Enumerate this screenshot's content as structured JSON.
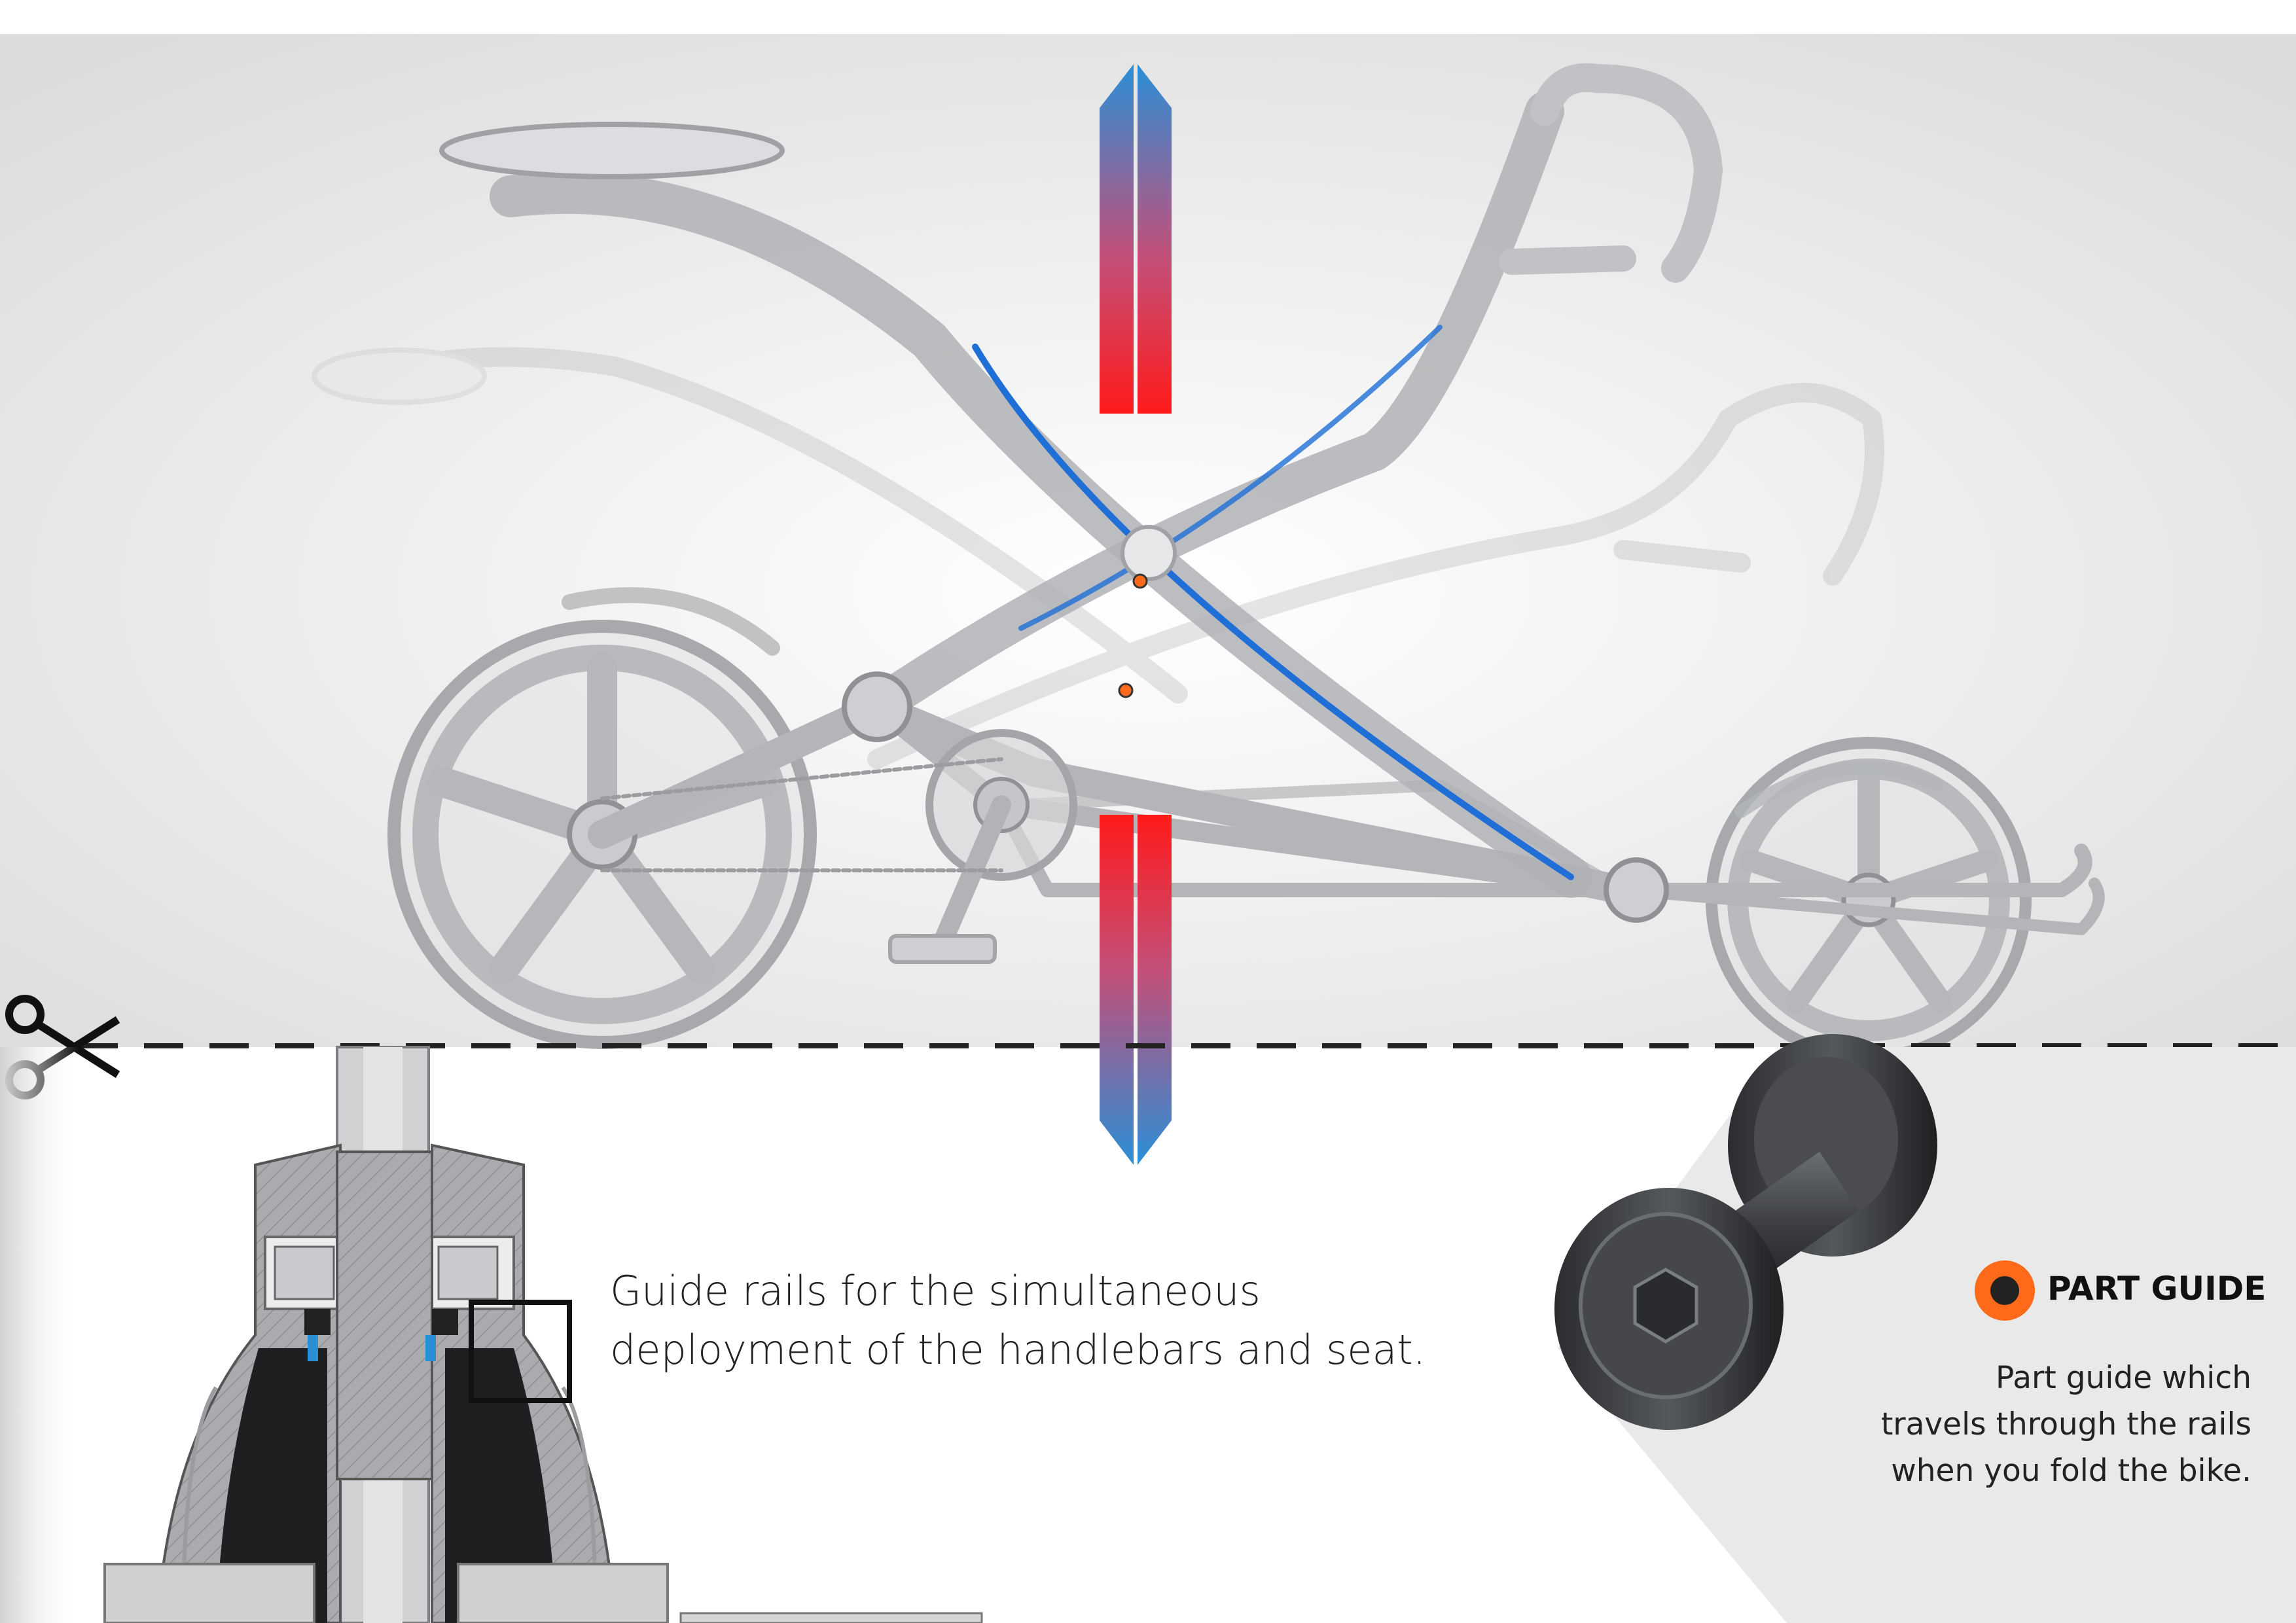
{
  "caption": {
    "line1": "Guide rails for the simultaneous",
    "line2": "deployment of the handlebars and seat."
  },
  "part_guide": {
    "title": "PART GUIDE",
    "desc_line1": "Part guide which",
    "desc_line2": "travels through the rails",
    "desc_line3": "when you fold the bike."
  },
  "colors": {
    "rail_blue": "#1f6fd6",
    "arrow_red": "#ff1a1a",
    "arrow_blue": "#2b8fd6",
    "marker_orange": "#ff6a1a",
    "frame_gray": "#b9bcc0"
  },
  "icons": {
    "cut_marker": "scissors-icon",
    "part_marker": "part-guide-dot-icon"
  }
}
